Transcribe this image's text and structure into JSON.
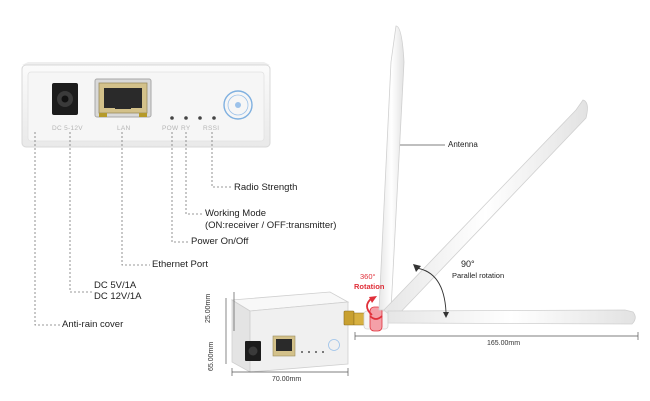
{
  "panel_labels": {
    "dc": "DC 5-12V",
    "lan": "LAN",
    "pow": "POW",
    "ry": "RY",
    "rssi": "RSSI"
  },
  "callouts": {
    "radio_strength": "Radio Strength",
    "working_mode_line1": "Working Mode",
    "working_mode_line2": "(ON:receiver / OFF:transmitter)",
    "power": "Power On/Off",
    "ethernet": "Ethernet Port",
    "dc_line1": "DC 5V/1A",
    "dc_line2": "DC 12V/1A",
    "anti_rain": "Anti-rain cover",
    "antenna": "Antenna",
    "rotation_deg": "360°",
    "rotation": "Rotation",
    "parallel_deg": "90°",
    "parallel": "Parallel rotation"
  },
  "dimensions": {
    "height_top": "25.00mm",
    "height_side": "65.00mm",
    "width": "70.00mm",
    "antenna_length": "165.00mm"
  },
  "colors": {
    "device_body": "#f4f4f4",
    "rotation_red": "#e0303a",
    "leader_line": "#777777"
  }
}
